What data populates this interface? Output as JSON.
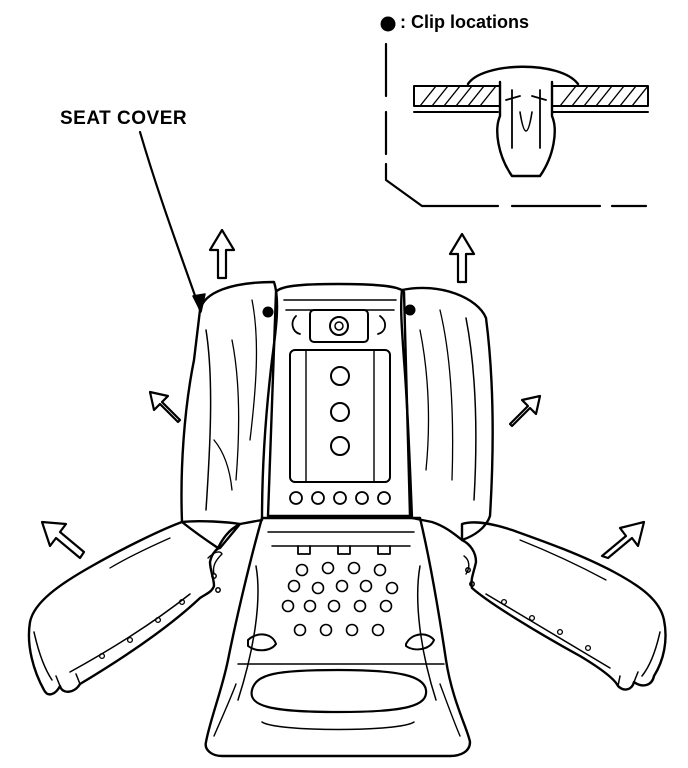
{
  "labels": {
    "seat_cover": "SEAT COVER",
    "clip_locations": ": Clip locations"
  },
  "icons": {
    "clip_marker": "filled-circle"
  },
  "colors": {
    "ink": "#000000",
    "paper": "#ffffff"
  }
}
